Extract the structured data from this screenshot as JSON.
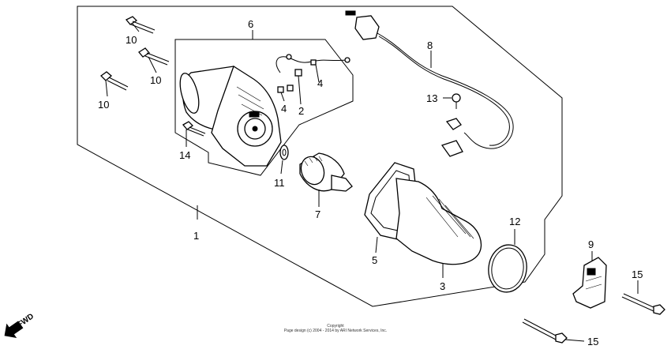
{
  "fwd_label": "FWD",
  "callouts": {
    "c1": "1",
    "c2": "2",
    "c3": "3",
    "c4a": "4",
    "c4b": "4",
    "c5": "5",
    "c6": "6",
    "c7": "7",
    "c8": "8",
    "c9": "9",
    "c10a": "10",
    "c10b": "10",
    "c10c": "10",
    "c11": "11",
    "c12": "12",
    "c13": "13",
    "c14": "14",
    "c15a": "15",
    "c15b": "15"
  },
  "copyright": {
    "line1": "Copyright",
    "line2": "Page design (c) 2004 - 2014 by ARI Network Services, Inc."
  }
}
